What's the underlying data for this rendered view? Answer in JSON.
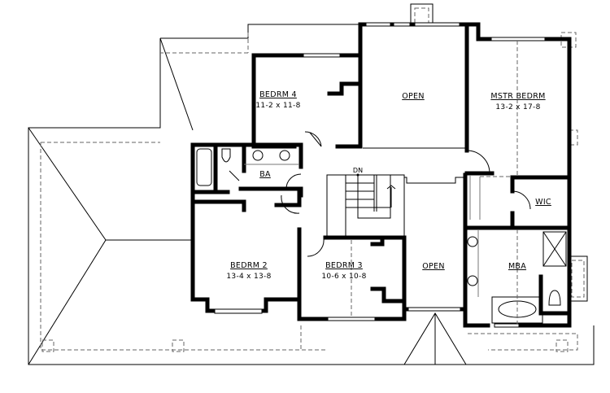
{
  "rooms": {
    "bedroom4": {
      "name": "BEDRM 4",
      "size": "11-2 x 11-8"
    },
    "open_top": {
      "name": "OPEN"
    },
    "master_bedroom": {
      "name": "MSTR BEDRM",
      "size": "13-2 x 17-8"
    },
    "bath": {
      "name": "BA"
    },
    "wic": {
      "name": "WIC"
    },
    "bedroom2": {
      "name": "BEDRM 2",
      "size": "13-4 x 13-8"
    },
    "bedroom3": {
      "name": "BEDRM 3",
      "size": "10-6 x 10-8"
    },
    "open_bottom": {
      "name": "OPEN"
    },
    "master_bath": {
      "name": "MBA"
    }
  },
  "stairs": {
    "direction_label": "DN"
  }
}
